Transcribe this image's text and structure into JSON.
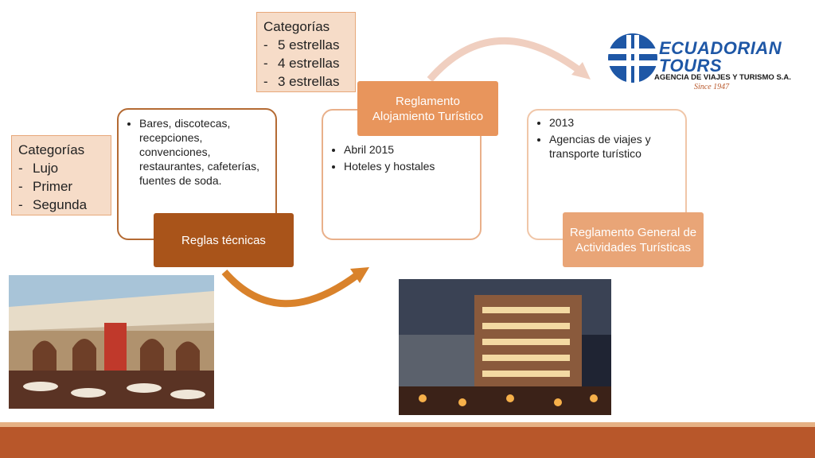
{
  "notes": {
    "hotel_categories": {
      "title": "Categorías",
      "items": [
        "5 estrellas",
        "4 estrellas",
        "3 estrellas"
      ]
    },
    "food_categories": {
      "title": "Categorías",
      "items": [
        "Lujo",
        "Primer",
        "Segunda"
      ]
    }
  },
  "cards": {
    "tecnicas": {
      "label": "Reglas técnicas",
      "bullets": [
        "Bares, discotecas, recepciones, convenciones, restaurantes, cafeterías, fuentes de soda."
      ]
    },
    "alojamiento": {
      "label": "Reglamento Alojamiento Turístico",
      "bullets": [
        "Abril 2015",
        "Hoteles y hostales"
      ]
    },
    "general": {
      "label": "Reglamento General de Actividades Turísticas",
      "bullets": [
        "2013",
        "Agencias de viajes y transporte turístico"
      ]
    }
  },
  "logo": {
    "line1": "ECUADORIAN",
    "line2": "TOURS",
    "subtitle": "AGENCIA DE VIAJES Y TURISMO S.A.",
    "since": "Since 1947"
  },
  "colors": {
    "dark_orange": "#a9541a",
    "mid_orange": "#e8955c",
    "light_orange": "#e9a577",
    "footer": "#b8572a",
    "logo_blue": "#1e57a6"
  }
}
